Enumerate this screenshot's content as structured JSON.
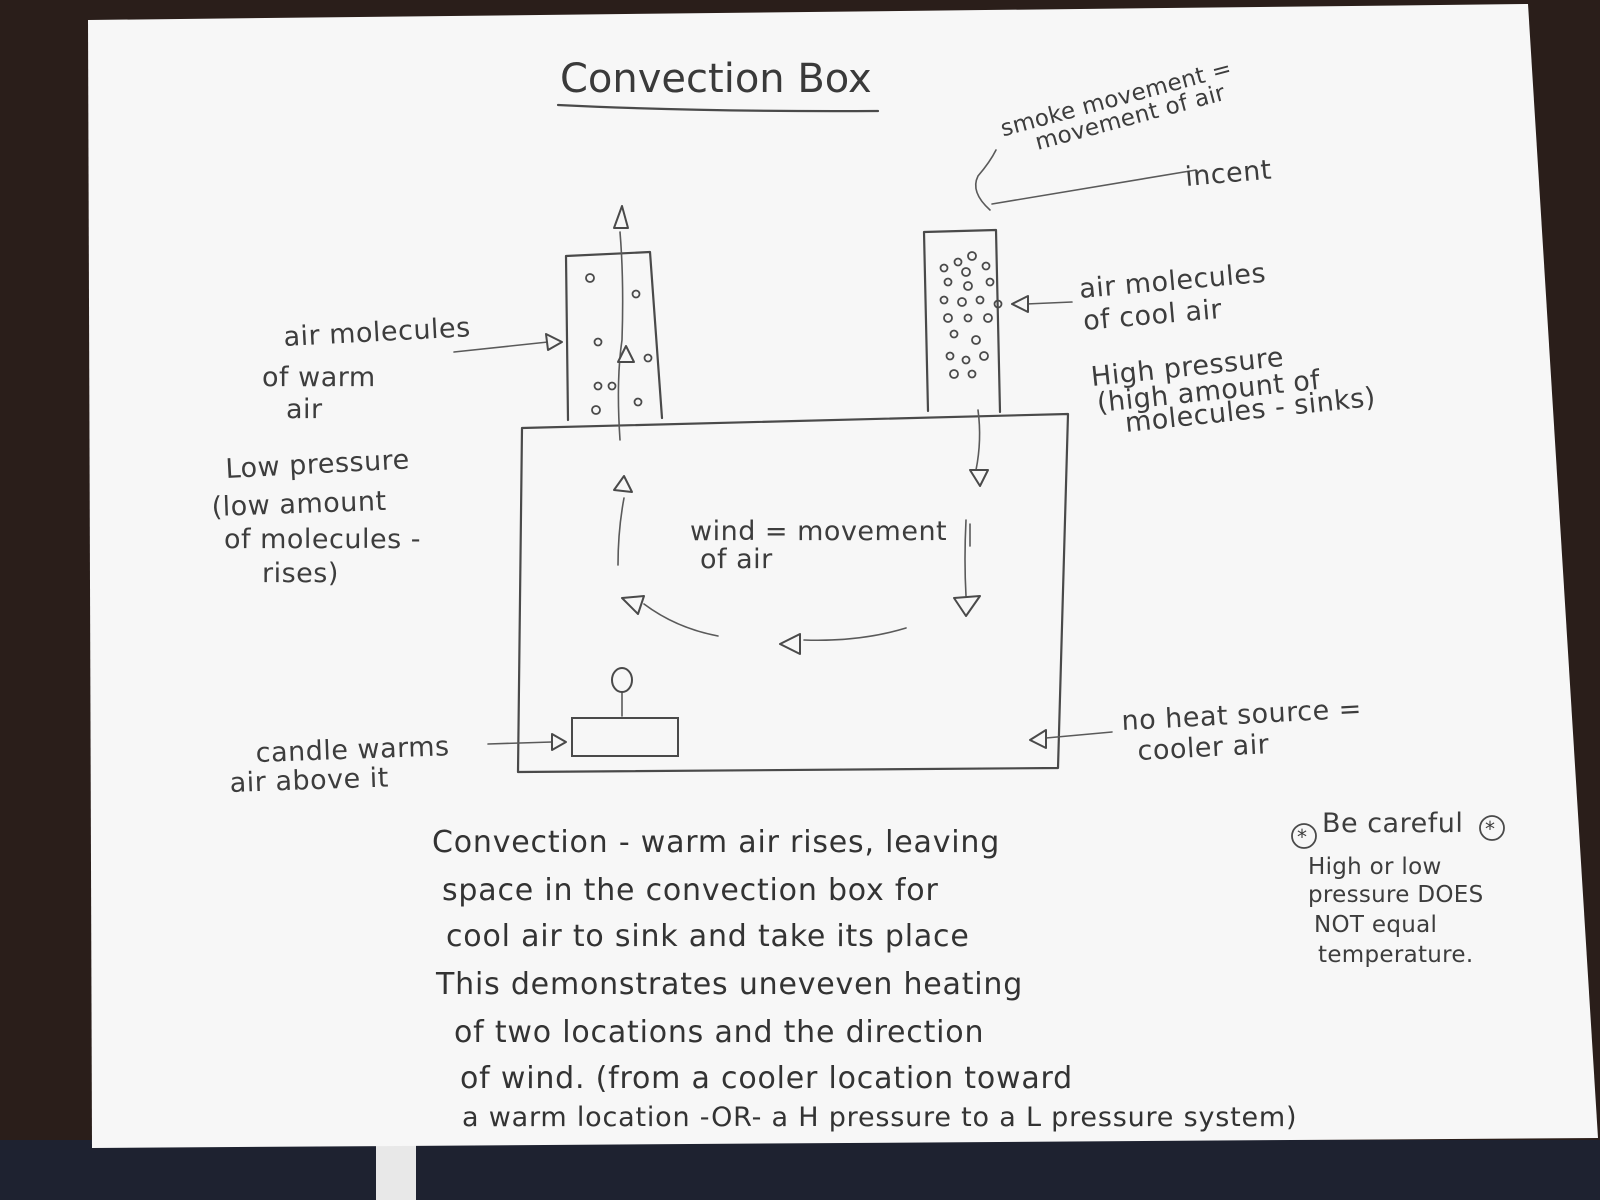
{
  "title": "Convection Box",
  "labels": {
    "smoke_1": "smoke movement =",
    "smoke_2": "movement of air",
    "incent": "incent",
    "cool_mol_1": "air molecules",
    "cool_mol_2": "of cool air",
    "high_1": "High pressure",
    "high_2": "(high amount of",
    "high_3": "molecules - sinks)",
    "warm_mol_1": "air molecules",
    "warm_mol_2": "of warm",
    "warm_mol_3": "air",
    "low_1": "Low pressure",
    "low_2": "(low amount",
    "low_3": "of molecules -",
    "low_4": "rises)",
    "wind_1": "wind = movement",
    "wind_2": "of air",
    "candle_1": "candle warms",
    "candle_2": "air above it",
    "noheat_1": "no heat source =",
    "noheat_2": "cooler air"
  },
  "paragraph": [
    "Convection - warm air rises, leaving",
    "space in the convection box for",
    "cool air to sink and take its place",
    "This demonstrates uneveven heating",
    "of two locations and the direction",
    "of wind. (from a cooler location toward",
    "a warm location -OR- a H pressure to a L pressure system)"
  ],
  "note": {
    "heading": "Be careful",
    "lines": [
      "High or low",
      "pressure DOES",
      "NOT equal",
      "temperature."
    ]
  },
  "colors": {
    "paper": "#f7f7f7",
    "ink": "#4a4a4a",
    "background": "#2a1e1a"
  }
}
